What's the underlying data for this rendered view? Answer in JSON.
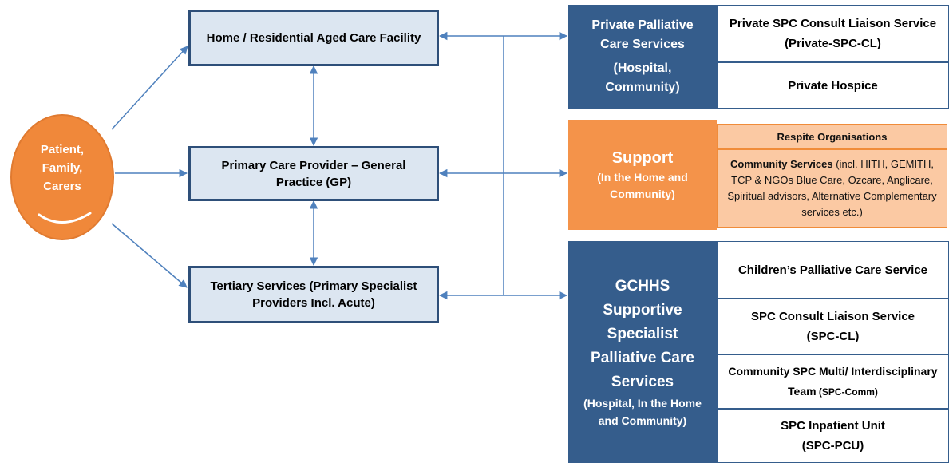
{
  "patient": {
    "label": "Patient, Family, Carers",
    "color": "#f0883a"
  },
  "middle": {
    "home": "Home / Residential Aged Care Facility",
    "gp": "Primary Care Provider – General Practice (GP)",
    "tertiary": "Tertiary Services (Primary Specialist Providers Incl. Acute)"
  },
  "private": {
    "header": "Private Palliative Care Services",
    "sub": "(Hospital, Community)",
    "items": [
      "Private SPC Consult Liaison Service (Private-SPC-CL)",
      "Private Hospice"
    ]
  },
  "support": {
    "header": "Support",
    "sub": "(In the Home and Community)",
    "respite": "Respite Organisations",
    "community_title": "Community Services",
    "community_rest": " (incl. HITH, GEMITH, TCP & NGOs Blue Care, Ozcare, Anglicare, Spiritual advisors, Alternative Complementary services etc.)"
  },
  "gchhs": {
    "header": "GCHHS Supportive Specialist Palliative Care Services",
    "sub": "(Hospital, In the Home and Community)",
    "items": [
      {
        "main": "Children’s Palliative Care Service",
        "tail": ""
      },
      {
        "main": "SPC Consult Liaison Service (SPC-CL)",
        "tail": ""
      },
      {
        "main": "Community SPC Multi/ Interdisciplinary Team",
        "tail": " (SPC-Comm)"
      },
      {
        "main": "SPC Inpatient Unit (SPC-PCU)",
        "tail": ""
      }
    ]
  },
  "colors": {
    "blue_dark": "#355d8c",
    "blue_light": "#dce6f1",
    "orange": "#f4934a",
    "orange_light": "#fbc9a3",
    "line": "#4f81bd"
  }
}
